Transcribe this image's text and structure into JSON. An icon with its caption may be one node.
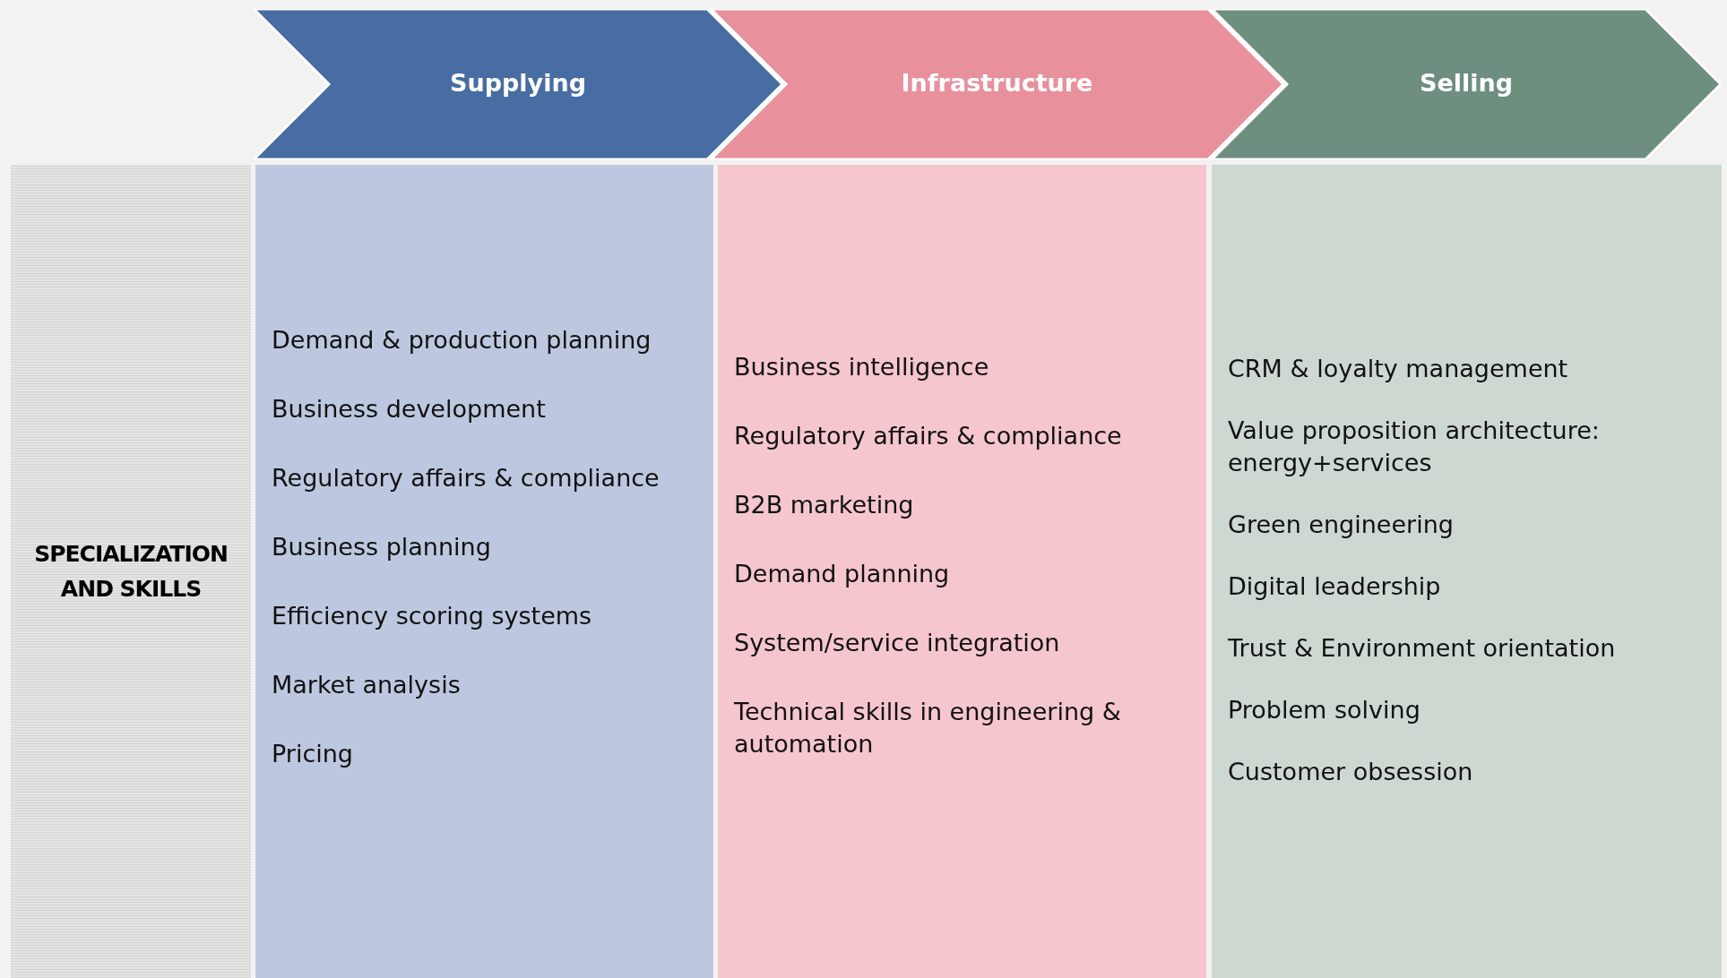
{
  "diagram": {
    "nodes": [
      {
        "text": [
          "Supplying"
        ]
      },
      {
        "text": [
          "Infrastructure"
        ]
      },
      {
        "text": [
          "Selling"
        ]
      },
      {
        "text": [
          "SPECIALIZATION AND SKILLS"
        ]
      },
      {
        "text": [
          "Demand & production planning",
          "Business development",
          "Regulatory affairs & compliance",
          "Business planning",
          "Efficiency scoring systems",
          "Market analysis",
          "Pricing"
        ]
      },
      {
        "text": [
          "Business intelligence",
          "Regulatory affairs & compliance",
          "B2B marketing",
          "Demand planning",
          "System/service integration",
          "Technical skills in engineering & automation"
        ]
      },
      {
        "text": [
          "CRM & loyalty management",
          "Value proposition architecture: energy+services",
          "Green engineering",
          "Digital leadership",
          "Trust & Environment orientation",
          "Problem solving",
          "Customer obsession"
        ]
      }
    ]
  }
}
